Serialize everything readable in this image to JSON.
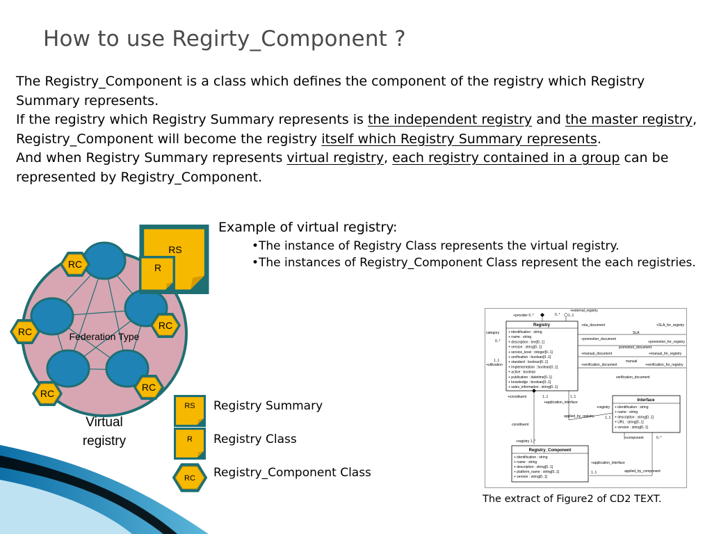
{
  "slide": {
    "title": "How to use Regirty_Component ?",
    "intro": {
      "p1": "The Registry_Component is a class which defines the component of the registry which Registry Summary represents.",
      "p2_a": "If the registry which Registry Summary represents is ",
      "p2_u1": "the independent registry",
      "p2_b": " and ",
      "p2_u2": "the master registry",
      "p2_c": ", Registry_Component will become the registry ",
      "p2_u3": "itself which Registry Summary represents",
      "p2_d": ".",
      "p3_a": "And when Registry Summary represents ",
      "p3_u1": "virtual registry",
      "p3_b": ", ",
      "p3_u2": "each registry contained in a group",
      "p3_c": " can be represented by Registry_Component."
    },
    "example": {
      "heading": "Example of virtual registry:",
      "bullets": [
        "•The instance of Registry Class represents the virtual registry.",
        "•The instances of Registry_Component Class represent the each registries."
      ]
    },
    "diagram": {
      "rs": "RS",
      "r": "R",
      "rc": "RC",
      "federation": "Federation Type",
      "virtual_line1": "Virtual",
      "virtual_line2": "registry",
      "colors": {
        "circle": "#d7a6b2",
        "node": "#1f83b5",
        "hex": "#f7b800",
        "note": "#f7b800",
        "teal": "#1e6f73"
      }
    },
    "legend": [
      {
        "badge": "RS",
        "label": "Registry Summary"
      },
      {
        "badge": "R",
        "label": "Registry Class"
      },
      {
        "badge": "RC",
        "label": "Registry_Component Class"
      }
    ],
    "caption": "The extract of Figure2 of CD2 TEXT.",
    "uml": {
      "registry": {
        "name": "Registry",
        "attrs": [
          "+ identification : string",
          "+ name : string",
          "+ description : text[0..1]",
          "+ version : string[0..1]",
          "+ service_level : integer[0..1]",
          "+ verification : boolean[0..1]",
          "+ standard : boolean[0..1]",
          "+ implementation : boolean[0..1]",
          "+ active : boolean",
          "+ publication : datetime[0..1]",
          "+ knowledge : boolean[0..1]",
          "+ sales_information : string[0..1]"
        ]
      },
      "interface": {
        "name": "Interface",
        "attrs": [
          "+ identification : string",
          "+ name : string",
          "+ description : string[0..1]",
          "+ URL : string[0..1]",
          "+ version : string[0..1]"
        ]
      },
      "component": {
        "name": "Registry_Component",
        "attrs": [
          "+ identification : string",
          "+ name : string",
          "+ description : string[0..1]",
          "+ platform_name : string[0..1]",
          "+ version : string[0..1]"
        ]
      },
      "labels": {
        "external": "+external_registry",
        "provider": "+provider 0..*",
        "zero_many": "0..*",
        "one_one": "1..1",
        "category": "category",
        "utilization": "+utilization",
        "sla_doc": "+sla_document",
        "sla": "SLA",
        "sla_reg": "+SLA_for_registry",
        "promo_doc": "+promotion_document",
        "promo": "promotion_document",
        "promo_reg": "+promotion_for_registry",
        "manual_doc": "+manual_document",
        "manual": "manual",
        "manual_reg": "+manual_for_registry",
        "verif_doc": "+verification_document",
        "verif": "verification_document",
        "verif_reg": "+verification_for_registry",
        "constituent": "+constituent",
        "app_iface": "+application_interface",
        "registry_role": "+registry",
        "applied_registry": "applied_by_registry",
        "constituent2": "constituent",
        "registry_1": "+registry 1..*",
        "component_role": "+component",
        "app_iface2": "+application_interface",
        "applied_component": "applied_by_component"
      }
    }
  }
}
